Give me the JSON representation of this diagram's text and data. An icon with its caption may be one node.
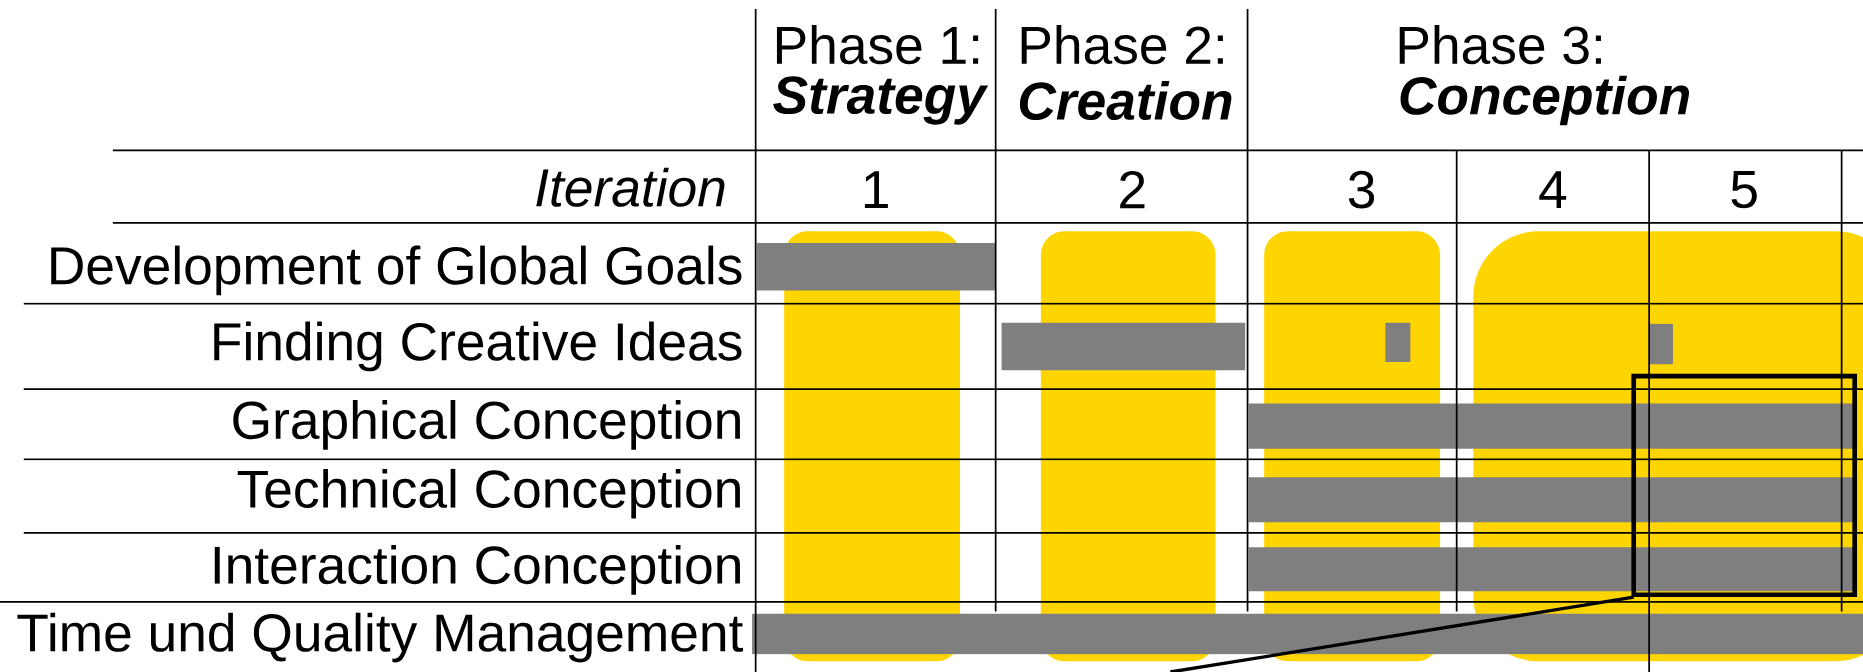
{
  "diagram": {
    "labels": [
      "Phase 1:",
      "Strategy",
      "Phase 2:",
      "Creation",
      "Phase 3:",
      "Conception",
      "Iteration",
      "1",
      "2",
      "3",
      "4",
      "5",
      "Development of Global Goals",
      "Finding Creative Ideas",
      "Graphical Conception",
      "Technical Conception",
      "Interaction Conception",
      "Time und Quality Management"
    ]
  }
}
